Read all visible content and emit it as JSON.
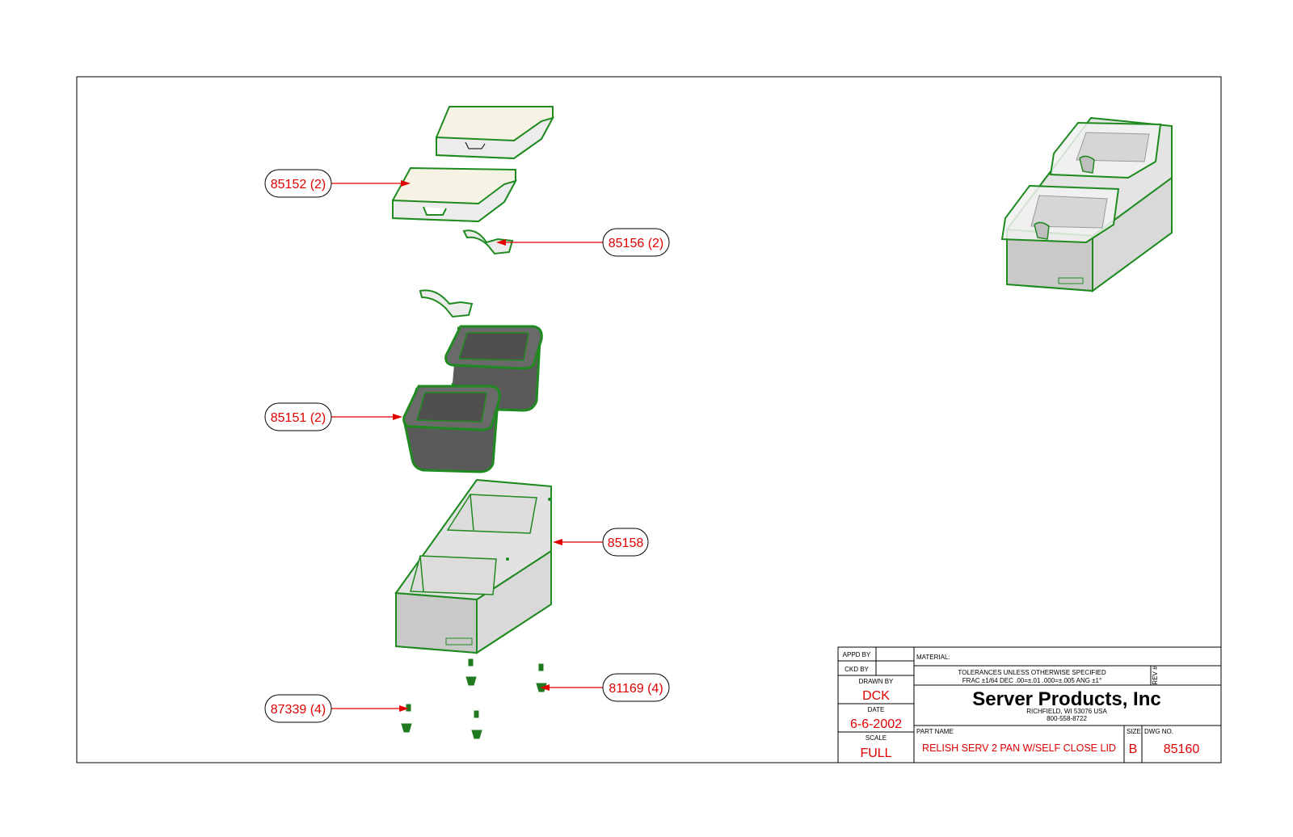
{
  "callouts": [
    {
      "label": "85152 (2)",
      "part": "lid"
    },
    {
      "label": "85156 (2)",
      "part": "lid-handle"
    },
    {
      "label": "85151 (2)",
      "part": "pan"
    },
    {
      "label": "85158",
      "part": "base-housing"
    },
    {
      "label": "81169 (4)",
      "part": "foot"
    },
    {
      "label": "87339 (4)",
      "part": "foot-pin"
    }
  ],
  "title_block": {
    "appd_by_label": "APPD BY",
    "ckd_by_label": "CKD BY",
    "drawn_by_label": "DRAWN BY",
    "drawn_by_value": "DCK",
    "date_label": "DATE",
    "date_value": "6-6-2002",
    "scale_label": "SCALE",
    "scale_value": "FULL",
    "material_label": "MATERIAL:",
    "tolerances_line1": "TOLERANCES UNLESS OTHERWISE SPECIFIED",
    "tolerances_line2": "FRAC ±1/64 DEC .00=±.01 .000=±.005 ANG ±1°",
    "rev_label": "REV #",
    "company_name": "Server Products, Inc",
    "company_address": "RICHFIELD, WI 53076 USA",
    "company_phone": "800-558-8722",
    "part_name_label": "PART NAME",
    "part_name_value": "RELISH SERV 2 PAN W/SELF CLOSE LID",
    "size_label": "SIZE",
    "size_value": "B",
    "dwg_no_label": "DWG NO.",
    "dwg_no_value": "85160"
  },
  "colors": {
    "outline": "#1f8a1f",
    "callout": "#e00000",
    "border": "#000000"
  }
}
